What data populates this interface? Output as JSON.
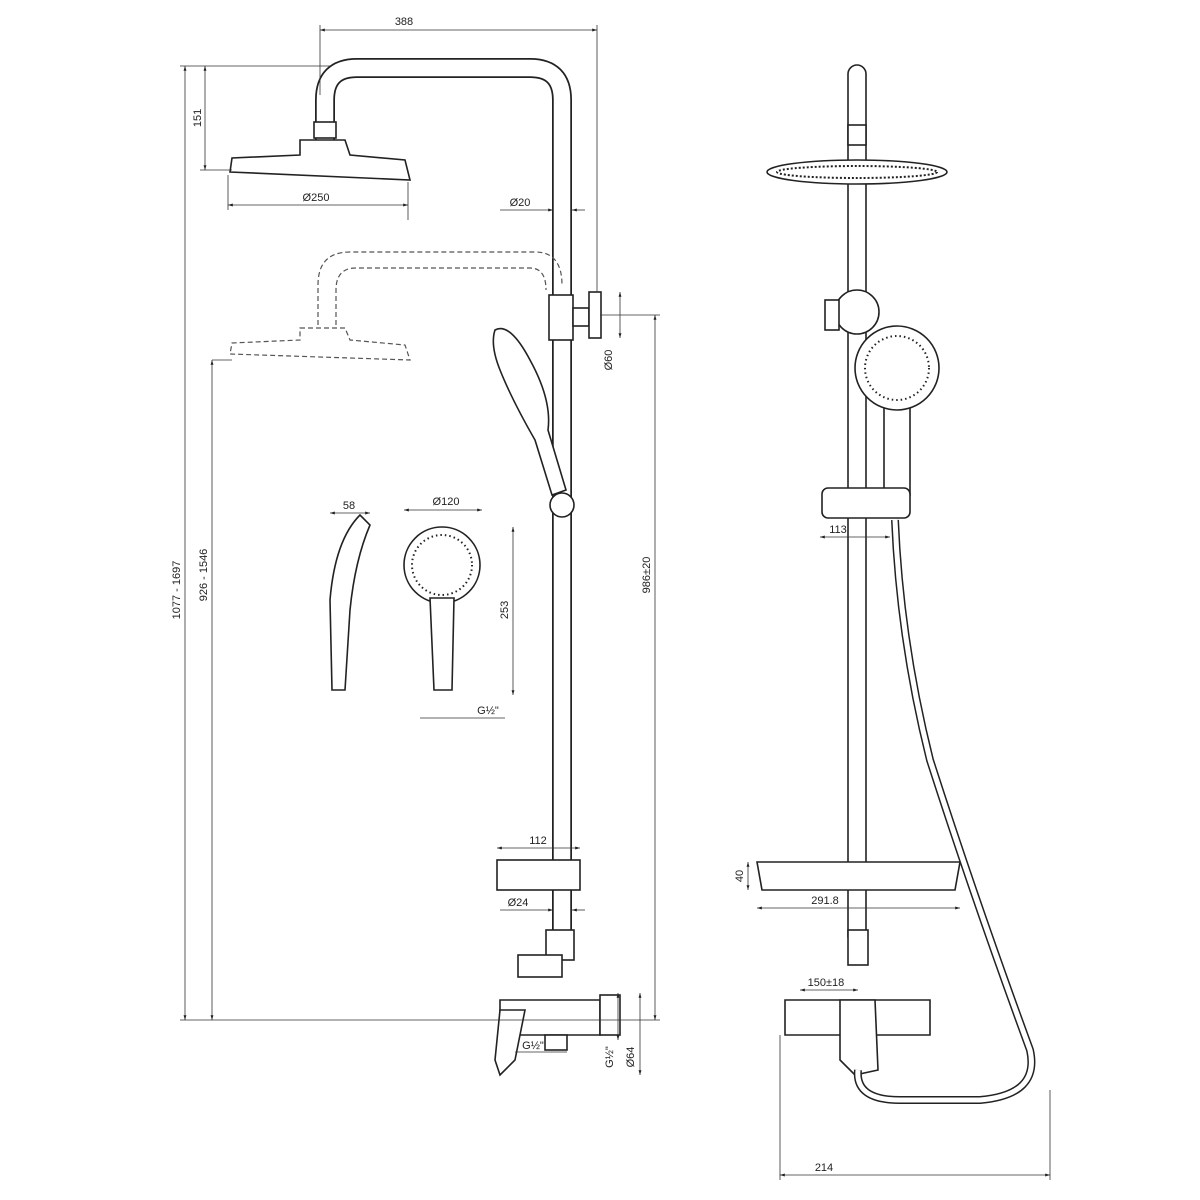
{
  "title": "Shower system technical drawing",
  "dimensions": {
    "arm_reach": "388",
    "head_height": "151",
    "head_diameter": "Ø250",
    "pipe_diameter": "Ø20",
    "bracket_diameter": "Ø60",
    "total_height": "1077 - 1697",
    "head_to_mixer": "926 - 1546",
    "bracket_to_mixer": "986±20",
    "hand_width": "58",
    "hand_diameter": "Ø120",
    "hand_length": "253",
    "hand_thread": "G½\"",
    "tray_depth": "112",
    "lower_pipe_diameter": "Ø24",
    "mixer_outlet_thread": "G½\"",
    "mixer_inlet_thread": "G½\"",
    "escutcheon_diameter": "Ø64",
    "slider_offset": "113",
    "tray_height": "40",
    "tray_width": "291.8",
    "mixer_centers": "150±18",
    "overall_width": "214"
  }
}
